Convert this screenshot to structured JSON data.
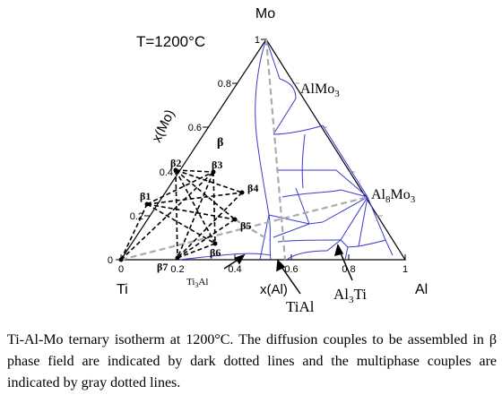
{
  "diagram": {
    "temperature_label": "T=1200°C",
    "vertices": {
      "top": "Mo",
      "left": "Ti",
      "right": "Al"
    },
    "axis_labels": {
      "left_side": "x(Mo)",
      "bottom": "x(Al)"
    },
    "left_ticks": [
      "0",
      "0.2",
      "0.4",
      "0.6",
      "0.8",
      "1"
    ],
    "bottom_ticks": [
      "0",
      "0.2",
      "0.4",
      "0.6",
      "0.8",
      "1"
    ],
    "phase_labels": {
      "beta": "β",
      "almo3": "AlMo3",
      "al8mo3": "Al8Mo3",
      "ti3al": "Ti3Al",
      "tial": "TiAl",
      "al3ti": "Al3Ti"
    },
    "couple_points": {
      "b1": "β1",
      "b2": "β2",
      "b3": "β3",
      "b4": "β4",
      "b5": "β5",
      "b6": "β6",
      "b7": "β7"
    },
    "colors": {
      "phase_boundaries": "#3a3acc",
      "beta_couples": "#000000",
      "multiphase_couples": "#aaaaaa"
    }
  },
  "caption": "Ti-Al-Mo ternary isotherm at 1200°C. The diffusion couples to be assembled in β phase field are indicated by dark dotted lines and the multiphase couples are indicated by gray dotted lines."
}
